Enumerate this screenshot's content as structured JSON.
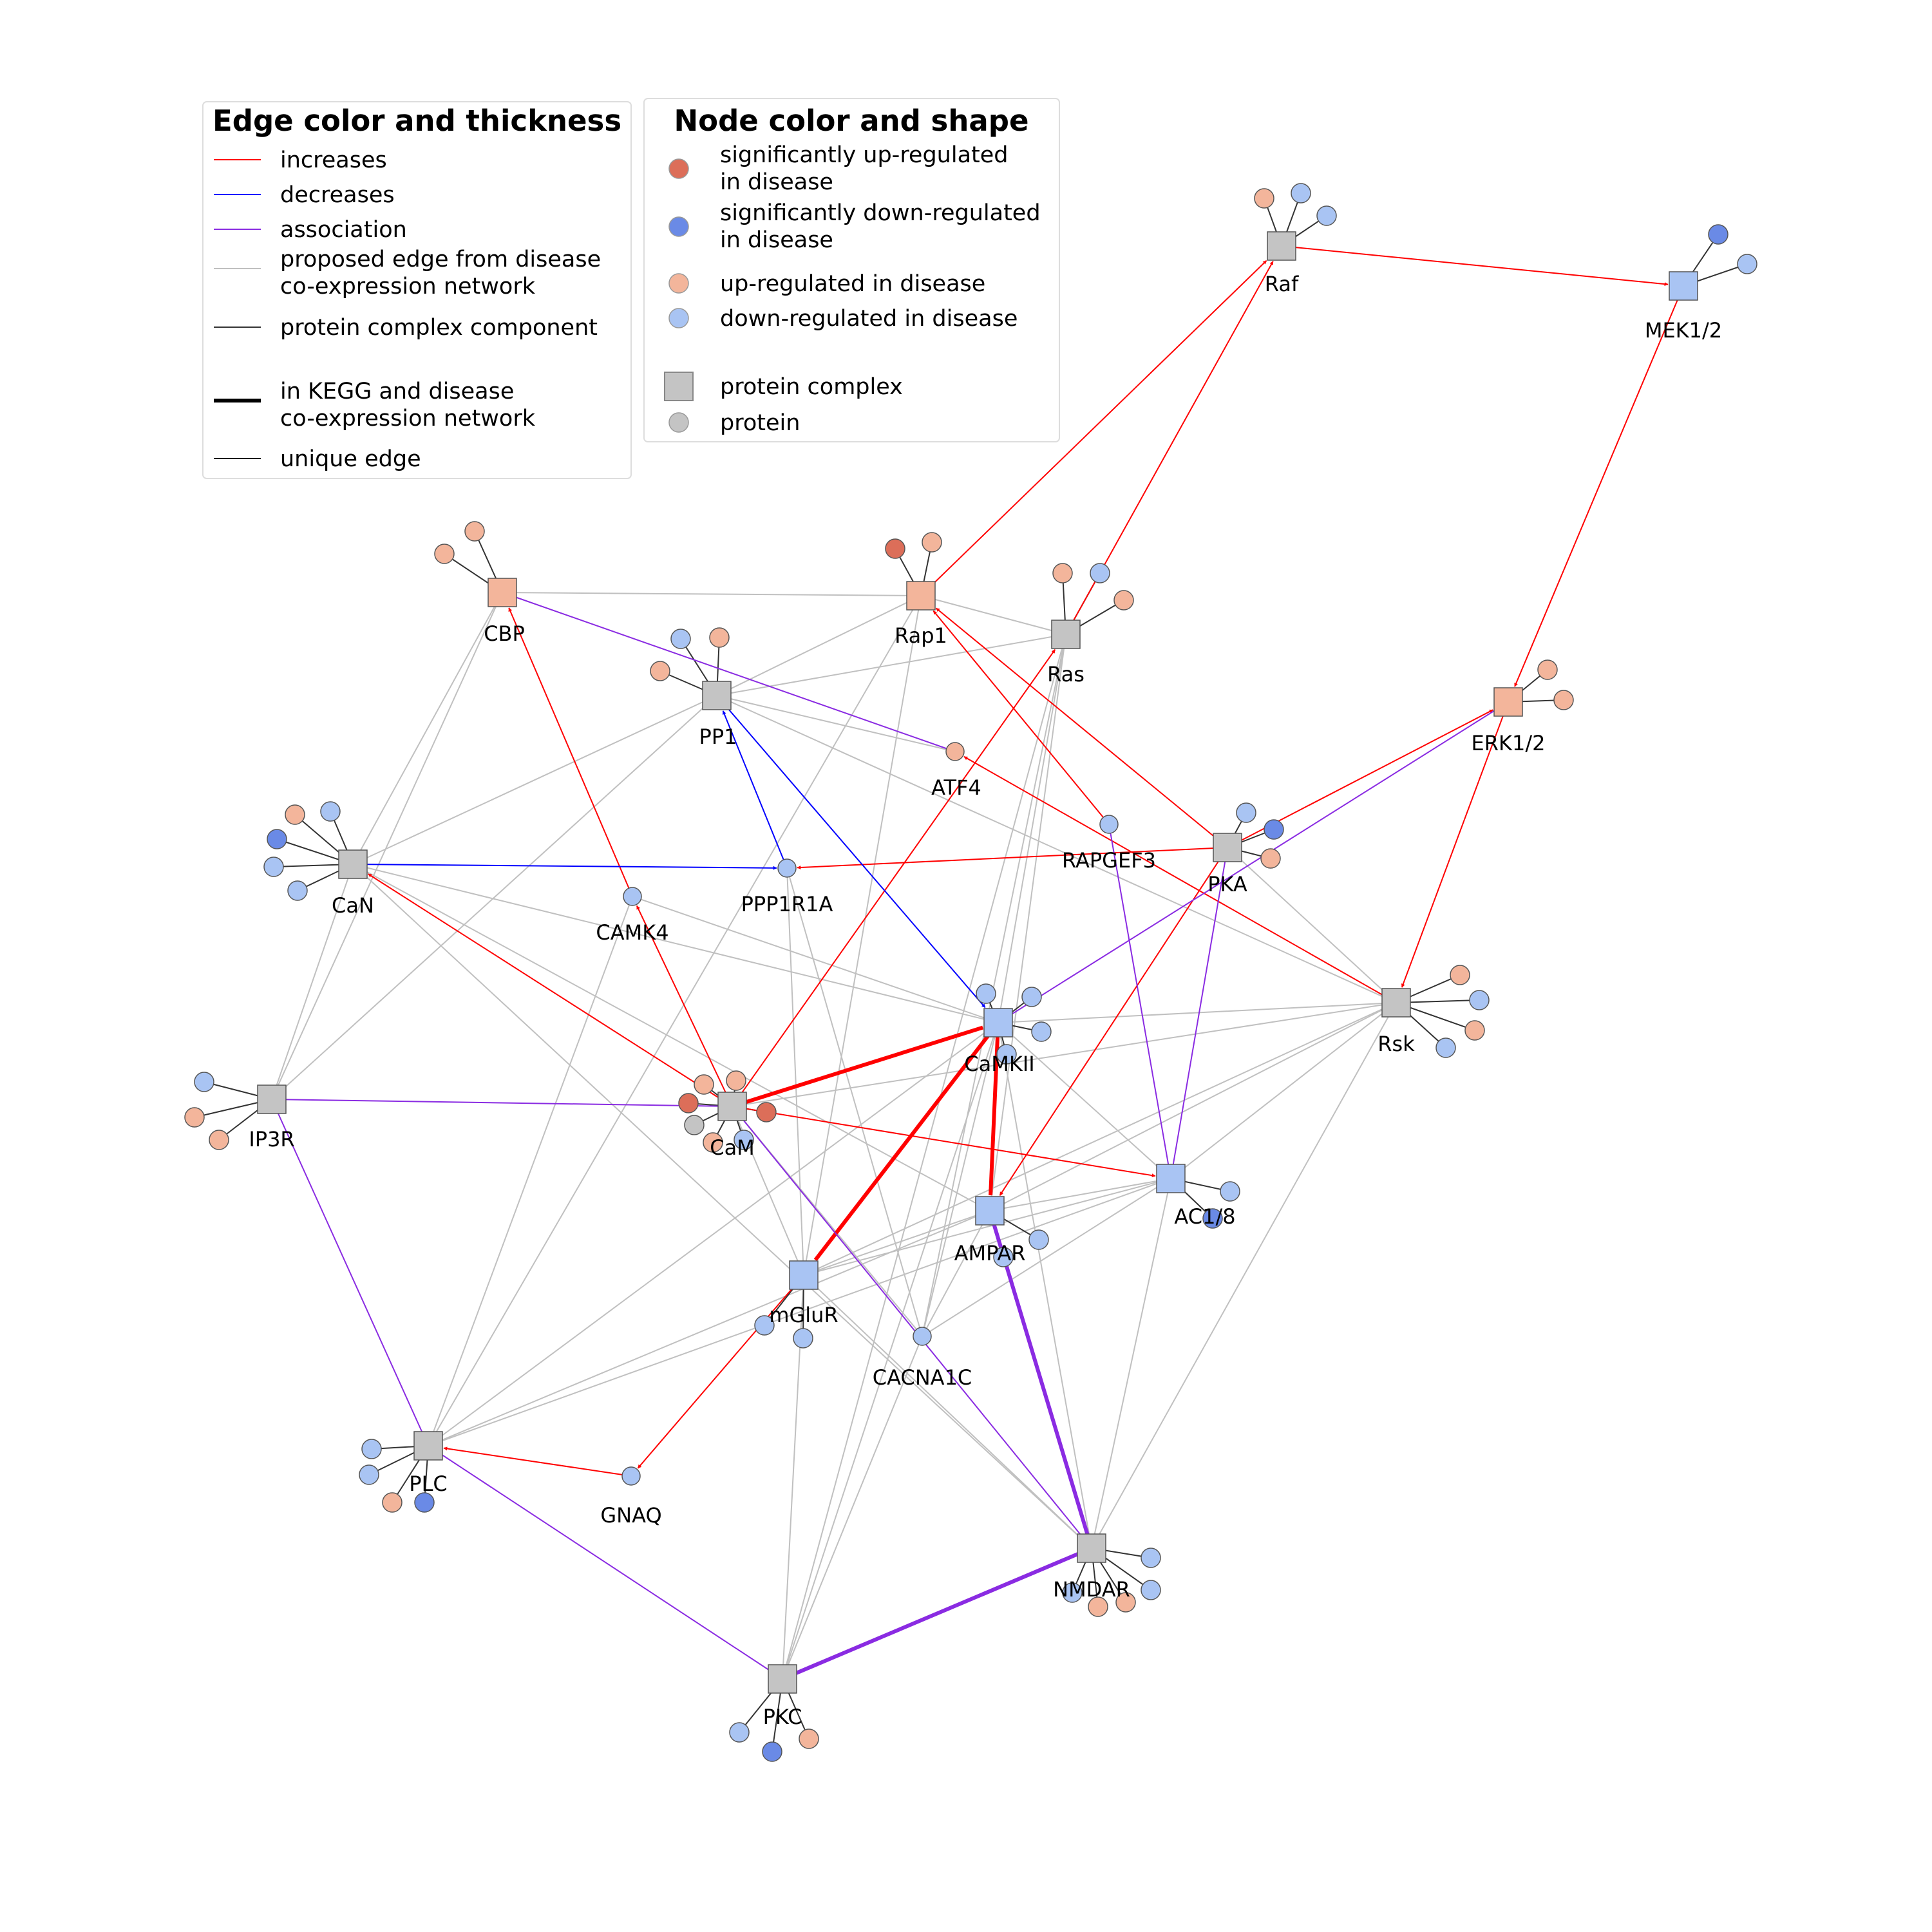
{
  "colors": {
    "increases": "#ff0000",
    "decreases": "#0000ff",
    "association": "#8a2be2",
    "proposed": "#c0c0c0",
    "component": "#333333",
    "sig_up": "#dc6e59",
    "sig_down": "#6a8ae6",
    "up": "#f3b59b",
    "down": "#a9c4f3",
    "neutral": "#c4c4c4"
  },
  "legend": {
    "edges": {
      "title": "Edge color and thickness",
      "items": [
        {
          "key": "increases",
          "lines": [
            "increases"
          ]
        },
        {
          "key": "decreases",
          "lines": [
            "decreases"
          ]
        },
        {
          "key": "association",
          "lines": [
            "association"
          ]
        },
        {
          "key": "proposed",
          "lines": [
            "proposed edge from disease",
            "co-expression network"
          ]
        },
        {
          "key": "component",
          "lines": [
            "protein complex component"
          ]
        },
        {
          "key": "thick",
          "lines": [
            "in KEGG and disease",
            "co-expression network"
          ]
        },
        {
          "key": "thin",
          "lines": [
            "unique edge"
          ]
        }
      ]
    },
    "nodes": {
      "title": "Node color and shape",
      "items": [
        {
          "key": "sig_up",
          "shape": "circle",
          "lines": [
            "significantly up-regulated",
            "in disease"
          ]
        },
        {
          "key": "sig_down",
          "shape": "circle",
          "lines": [
            "significantly down-regulated",
            "in disease"
          ]
        },
        {
          "key": "up",
          "shape": "circle",
          "lines": [
            "up-regulated in disease"
          ]
        },
        {
          "key": "down",
          "shape": "circle",
          "lines": [
            "down-regulated in disease"
          ]
        },
        {
          "key": "neutral",
          "shape": "square",
          "lines": [
            "protein complex"
          ]
        },
        {
          "key": "neutral",
          "shape": "circle",
          "lines": [
            "protein"
          ]
        }
      ]
    }
  },
  "nodes": [
    {
      "id": "Raf",
      "label": "Raf",
      "shape": "square",
      "color": "neutral"
    },
    {
      "id": "MEK",
      "label": "MEK1/2",
      "shape": "square",
      "color": "down"
    },
    {
      "id": "ERK",
      "label": "ERK1/2",
      "shape": "square",
      "color": "up"
    },
    {
      "id": "CBP",
      "label": "CBP",
      "shape": "square",
      "color": "up"
    },
    {
      "id": "Rap1",
      "label": "Rap1",
      "shape": "square",
      "color": "up"
    },
    {
      "id": "Ras",
      "label": "Ras",
      "shape": "square",
      "color": "neutral"
    },
    {
      "id": "PP1",
      "label": "PP1",
      "shape": "square",
      "color": "neutral"
    },
    {
      "id": "ATF4",
      "label": "ATF4",
      "shape": "circle",
      "color": "up"
    },
    {
      "id": "CaN",
      "label": "CaN",
      "shape": "square",
      "color": "neutral"
    },
    {
      "id": "PPP1R1A",
      "label": "PPP1R1A",
      "shape": "circle",
      "color": "down"
    },
    {
      "id": "CAMK4",
      "label": "CAMK4",
      "shape": "circle",
      "color": "down"
    },
    {
      "id": "RAPGEF3",
      "label": "RAPGEF3",
      "shape": "circle",
      "color": "down"
    },
    {
      "id": "PKA",
      "label": "PKA",
      "shape": "square",
      "color": "neutral"
    },
    {
      "id": "Rsk",
      "label": "Rsk",
      "shape": "square",
      "color": "neutral"
    },
    {
      "id": "CaMKII",
      "label": "CaMKII",
      "shape": "square",
      "color": "down"
    },
    {
      "id": "IP3R",
      "label": "IP3R",
      "shape": "square",
      "color": "neutral"
    },
    {
      "id": "CaM",
      "label": "CaM",
      "shape": "square",
      "color": "neutral"
    },
    {
      "id": "AC18",
      "label": "AC1/8",
      "shape": "square",
      "color": "down"
    },
    {
      "id": "AMPAR",
      "label": "AMPAR",
      "shape": "square",
      "color": "down"
    },
    {
      "id": "mGluR",
      "label": "mGluR",
      "shape": "square",
      "color": "down"
    },
    {
      "id": "CACNA1C",
      "label": "CACNA1C",
      "shape": "circle",
      "color": "down"
    },
    {
      "id": "PLC",
      "label": "PLC",
      "shape": "square",
      "color": "neutral"
    },
    {
      "id": "GNAQ",
      "label": "GNAQ",
      "shape": "circle",
      "color": "down"
    },
    {
      "id": "NMDAR",
      "label": "NMDAR",
      "shape": "square",
      "color": "neutral"
    },
    {
      "id": "PKC",
      "label": "PKC",
      "shape": "square",
      "color": "neutral"
    }
  ],
  "components": {
    "Raf": [
      "up",
      "down",
      "down"
    ],
    "MEK": [
      "sig_down",
      "down"
    ],
    "ERK": [
      "up",
      "up"
    ],
    "CBP": [
      "up",
      "up"
    ],
    "Rap1": [
      "sig_up",
      "up"
    ],
    "Ras": [
      "up",
      "down",
      "up"
    ],
    "PP1": [
      "down",
      "up",
      "up"
    ],
    "CaN": [
      "up",
      "down",
      "sig_down",
      "down",
      "down"
    ],
    "PKA": [
      "down",
      "sig_down",
      "up"
    ],
    "Rsk": [
      "up",
      "down",
      "up",
      "down"
    ],
    "CaMKII": [
      "down",
      "down",
      "down",
      "down"
    ],
    "IP3R": [
      "down",
      "up",
      "up"
    ],
    "CaM": [
      "up",
      "up",
      "sig_up",
      "sig_up",
      "neutral",
      "up",
      "down"
    ],
    "AC18": [
      "down",
      "sig_down"
    ],
    "AMPAR": [
      "down",
      "down"
    ],
    "mGluR": [
      "down",
      "down"
    ],
    "PLC": [
      "down",
      "down",
      "up",
      "sig_down"
    ],
    "NMDAR": [
      "down",
      "down",
      "down",
      "up",
      "up"
    ],
    "PKC": [
      "down",
      "sig_down",
      "up"
    ]
  },
  "edges": [
    {
      "from": "Raf",
      "to": "MEK",
      "type": "increases",
      "thick": false
    },
    {
      "from": "MEK",
      "to": "ERK",
      "type": "increases",
      "thick": false
    },
    {
      "from": "Rap1",
      "to": "Raf",
      "type": "increases",
      "thick": false
    },
    {
      "from": "Ras",
      "to": "Raf",
      "type": "increases",
      "thick": false
    },
    {
      "from": "ERK",
      "to": "Rsk",
      "type": "increases",
      "thick": false
    },
    {
      "from": "PKA",
      "to": "ERK",
      "type": "increases",
      "thick": false
    },
    {
      "from": "PKA",
      "to": "Rap1",
      "type": "increases",
      "thick": false
    },
    {
      "from": "PKA",
      "to": "PPP1R1A",
      "type": "increases",
      "thick": false
    },
    {
      "from": "PKA",
      "to": "AMPAR",
      "type": "increases",
      "thick": false
    },
    {
      "from": "Rsk",
      "to": "ATF4",
      "type": "increases",
      "thick": false
    },
    {
      "from": "CaM",
      "to": "Ras",
      "type": "increases",
      "thick": false
    },
    {
      "from": "CaM",
      "to": "CaN",
      "type": "increases",
      "thick": false
    },
    {
      "from": "CaM",
      "to": "CAMK4",
      "type": "increases",
      "thick": false
    },
    {
      "from": "CaM",
      "to": "AC18",
      "type": "increases",
      "thick": false
    },
    {
      "from": "CaM",
      "to": "CaMKII",
      "type": "increases",
      "thick": true
    },
    {
      "from": "CAMK4",
      "to": "CBP",
      "type": "increases",
      "thick": false
    },
    {
      "from": "RAPGEF3",
      "to": "Rap1",
      "type": "increases",
      "thick": false
    },
    {
      "from": "CaMKII",
      "to": "AMPAR",
      "type": "increases",
      "thick": true
    },
    {
      "from": "CaMKII",
      "to": "mGluR",
      "type": "increases",
      "thick": true
    },
    {
      "from": "mGluR",
      "to": "GNAQ",
      "type": "increases",
      "thick": false
    },
    {
      "from": "GNAQ",
      "to": "PLC",
      "type": "increases",
      "thick": false
    },
    {
      "from": "CaN",
      "to": "PPP1R1A",
      "type": "decreases",
      "thick": false
    },
    {
      "from": "PPP1R1A",
      "to": "PP1",
      "type": "decreases",
      "thick": false
    },
    {
      "from": "PP1",
      "to": "CaMKII",
      "type": "decreases",
      "thick": false
    },
    {
      "from": "CBP",
      "to": "ATF4",
      "type": "association",
      "thick": false
    },
    {
      "from": "ERK",
      "to": "CaMKII",
      "type": "association",
      "thick": false
    },
    {
      "from": "IP3R",
      "to": "CaM",
      "type": "association",
      "thick": false
    },
    {
      "from": "IP3R",
      "to": "PLC",
      "type": "association",
      "thick": false
    },
    {
      "from": "CaM",
      "to": "NMDAR",
      "type": "association",
      "thick": false
    },
    {
      "from": "RAPGEF3",
      "to": "AC18",
      "type": "association",
      "thick": false
    },
    {
      "from": "PKA",
      "to": "AC18",
      "type": "association",
      "thick": false
    },
    {
      "from": "PLC",
      "to": "PKC",
      "type": "association",
      "thick": false
    },
    {
      "from": "AMPAR",
      "to": "NMDAR",
      "type": "association",
      "thick": true
    },
    {
      "from": "NMDAR",
      "to": "PKC",
      "type": "association",
      "thick": true
    },
    {
      "from": "CBP",
      "to": "Rap1",
      "type": "proposed"
    },
    {
      "from": "CBP",
      "to": "CaN",
      "type": "proposed"
    },
    {
      "from": "CBP",
      "to": "IP3R",
      "type": "proposed"
    },
    {
      "from": "Rap1",
      "to": "PP1",
      "type": "proposed"
    },
    {
      "from": "Rap1",
      "to": "Ras",
      "type": "proposed"
    },
    {
      "from": "Rap1",
      "to": "mGluR",
      "type": "proposed"
    },
    {
      "from": "Ras",
      "to": "PP1",
      "type": "proposed"
    },
    {
      "from": "Ras",
      "to": "CaMKII",
      "type": "proposed"
    },
    {
      "from": "Ras",
      "to": "AMPAR",
      "type": "proposed"
    },
    {
      "from": "Ras",
      "to": "CACNA1C",
      "type": "proposed"
    },
    {
      "from": "PP1",
      "to": "CaN",
      "type": "proposed"
    },
    {
      "from": "PP1",
      "to": "ATF4",
      "type": "proposed"
    },
    {
      "from": "PP1",
      "to": "IP3R",
      "type": "proposed"
    },
    {
      "from": "PP1",
      "to": "Rsk",
      "type": "proposed"
    },
    {
      "from": "CaN",
      "to": "IP3R",
      "type": "proposed"
    },
    {
      "from": "CaN",
      "to": "CaMKII",
      "type": "proposed"
    },
    {
      "from": "CaN",
      "to": "AMPAR",
      "type": "proposed"
    },
    {
      "from": "CaN",
      "to": "NMDAR",
      "type": "proposed"
    },
    {
      "from": "CAMK4",
      "to": "CaMKII",
      "type": "proposed"
    },
    {
      "from": "CAMK4",
      "to": "PLC",
      "type": "proposed"
    },
    {
      "from": "PPP1R1A",
      "to": "mGluR",
      "type": "proposed"
    },
    {
      "from": "PPP1R1A",
      "to": "CACNA1C",
      "type": "proposed"
    },
    {
      "from": "PKA",
      "to": "Rsk",
      "type": "proposed"
    },
    {
      "from": "Rsk",
      "to": "CaMKII",
      "type": "proposed"
    },
    {
      "from": "Rsk",
      "to": "AMPAR",
      "type": "proposed"
    },
    {
      "from": "Rsk",
      "to": "mGluR",
      "type": "proposed"
    },
    {
      "from": "Rsk",
      "to": "CaM",
      "type": "proposed"
    },
    {
      "from": "Rsk",
      "to": "AC18",
      "type": "proposed"
    },
    {
      "from": "Rsk",
      "to": "NMDAR",
      "type": "proposed"
    },
    {
      "from": "CaMKII",
      "to": "AC18",
      "type": "proposed"
    },
    {
      "from": "CaMKII",
      "to": "NMDAR",
      "type": "proposed"
    },
    {
      "from": "CaMKII",
      "to": "CACNA1C",
      "type": "proposed"
    },
    {
      "from": "CaMKII",
      "to": "PLC",
      "type": "proposed"
    },
    {
      "from": "CaM",
      "to": "mGluR",
      "type": "proposed"
    },
    {
      "from": "CaM",
      "to": "CACNA1C",
      "type": "proposed"
    },
    {
      "from": "AC18",
      "to": "AMPAR",
      "type": "proposed"
    },
    {
      "from": "AC18",
      "to": "mGluR",
      "type": "proposed"
    },
    {
      "from": "AC18",
      "to": "CACNA1C",
      "type": "proposed"
    },
    {
      "from": "AC18",
      "to": "NMDAR",
      "type": "proposed"
    },
    {
      "from": "AC18",
      "to": "PLC",
      "type": "proposed"
    },
    {
      "from": "AMPAR",
      "to": "mGluR",
      "type": "proposed"
    },
    {
      "from": "AMPAR",
      "to": "PLC",
      "type": "proposed"
    },
    {
      "from": "AMPAR",
      "to": "CACNA1C",
      "type": "proposed"
    },
    {
      "from": "mGluR",
      "to": "PKC",
      "type": "proposed"
    },
    {
      "from": "mGluR",
      "to": "NMDAR",
      "type": "proposed"
    },
    {
      "from": "CACNA1C",
      "to": "PKC",
      "type": "proposed"
    },
    {
      "from": "CaMKII",
      "to": "PKC",
      "type": "proposed"
    },
    {
      "from": "Ras",
      "to": "PKC",
      "type": "proposed"
    },
    {
      "from": "PLC",
      "to": "Rap1",
      "type": "proposed"
    }
  ]
}
